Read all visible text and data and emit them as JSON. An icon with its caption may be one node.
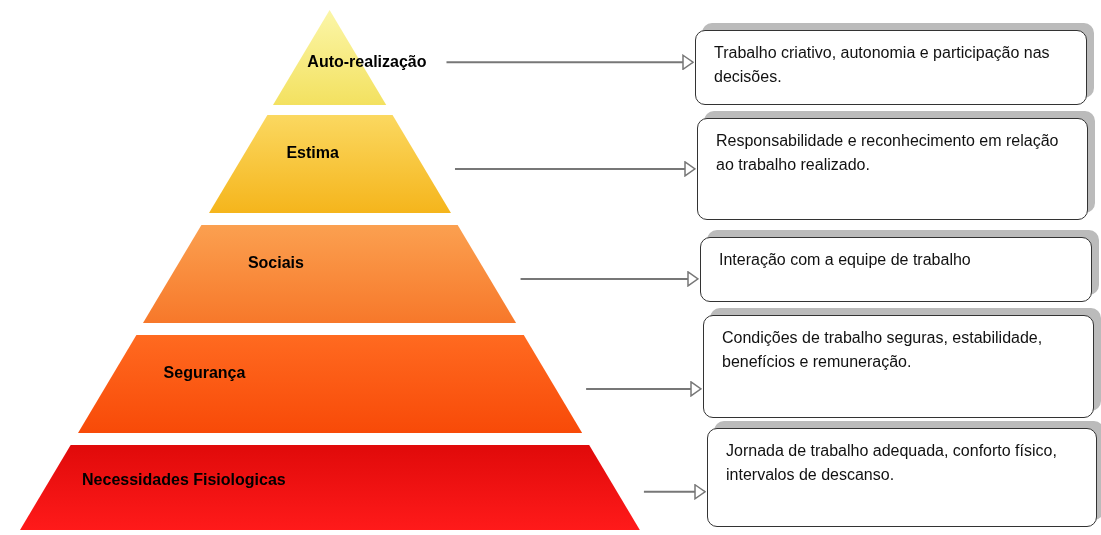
{
  "diagram": {
    "nodes": [
      {
        "text": [
          "Auto-realização"
        ]
      },
      {
        "text": [
          "Estima"
        ]
      },
      {
        "text": [
          "Sociais"
        ]
      },
      {
        "text": [
          "Segurança"
        ]
      },
      {
        "text": [
          "Necessidades Fisiologicas"
        ]
      },
      {
        "text": [
          "Trabalho criativo, autonomia e participação nas decisões."
        ]
      },
      {
        "text": [
          "Responsabilidade e reconhecimento em relação ao trabalho realizado."
        ]
      },
      {
        "text": [
          "Interação com a equipe de trabalho"
        ]
      },
      {
        "text": [
          "Condições de trabalho seguras, estabilidade, benefícios e remuneração."
        ]
      },
      {
        "text": [
          "Jornada de trabalho adequada, conforto físico, intervalos de descanso."
        ]
      }
    ],
    "edges": [
      {
        "from": 0,
        "to": 5,
        "arrow": "to"
      },
      {
        "from": 1,
        "to": 6,
        "arrow": "to"
      },
      {
        "from": 2,
        "to": 7,
        "arrow": "to"
      },
      {
        "from": 3,
        "to": 8,
        "arrow": "to"
      },
      {
        "from": 4,
        "to": 9,
        "arrow": "to"
      }
    ]
  }
}
